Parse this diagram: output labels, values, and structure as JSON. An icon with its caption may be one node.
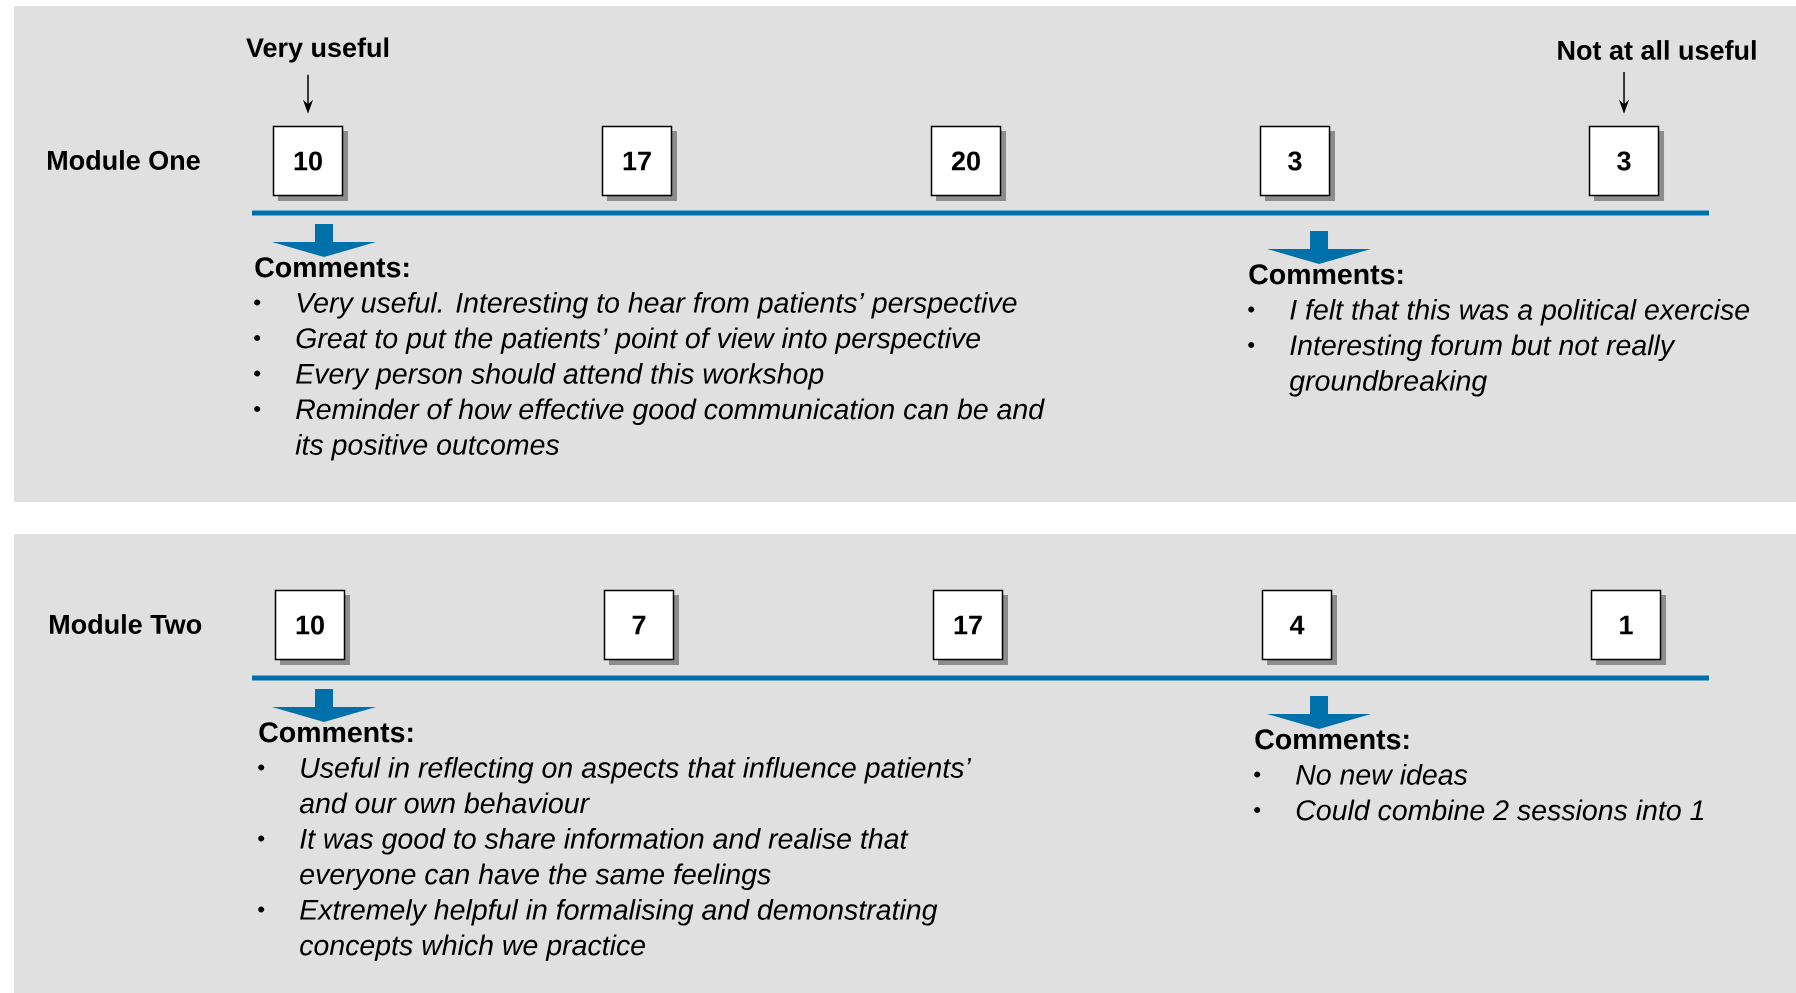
{
  "diagram": {
    "nodes": [
      {
        "text": [
          "Module One"
        ]
      },
      {
        "text": [
          "Very useful"
        ],
        "in": 0
      },
      {
        "text": [
          "Not at all useful"
        ],
        "in": 0
      },
      {
        "text": [
          "10"
        ],
        "in": 0
      },
      {
        "text": [
          "17"
        ],
        "in": 0
      },
      {
        "text": [
          "20"
        ],
        "in": 0
      },
      {
        "text": [
          "3"
        ],
        "in": 0
      },
      {
        "text": [
          "3"
        ],
        "in": 0
      },
      {
        "text": [
          "Comments:",
          "Very useful. Interesting to hear from patients’ perspective",
          "Great to put the patients’ point of view into perspective",
          "Every person should attend this workshop",
          "Reminder of how effective good communication can be and its positive outcomes"
        ],
        "in": 0
      },
      {
        "text": [
          "Comments:",
          "I felt that this was a political exercise",
          "Interesting forum but not really groundbreaking"
        ],
        "in": 0
      },
      {
        "text": [
          "Module Two"
        ]
      },
      {
        "text": [
          "10"
        ],
        "in": 10
      },
      {
        "text": [
          "7"
        ],
        "in": 10
      },
      {
        "text": [
          "17"
        ],
        "in": 10
      },
      {
        "text": [
          "4"
        ],
        "in": 10
      },
      {
        "text": [
          "1"
        ],
        "in": 10
      },
      {
        "text": [
          "Comments:",
          "Useful in reflecting on aspects that influence patients’ and our own behaviour",
          "It was good to share information and realise that everyone can have the same feelings",
          "Extremely helpful in formalising and demonstrating concepts which we practice"
        ],
        "in": 10
      },
      {
        "text": [
          "Comments:",
          "No new ideas",
          "Could combine 2 sessions into 1"
        ],
        "in": 10
      }
    ],
    "edges": [
      {
        "from": 1,
        "to": 3,
        "arrow": "to",
        "color": "#000000"
      },
      {
        "from": 2,
        "to": 7,
        "arrow": "to",
        "color": "#000000"
      },
      {
        "from": 3,
        "to": 8,
        "arrow": "to",
        "style": "thick",
        "color": "#0070aa"
      },
      {
        "from": 6,
        "to": 9,
        "arrow": "to",
        "style": "thick",
        "color": "#0070aa"
      },
      {
        "from": 11,
        "to": 16,
        "arrow": "to",
        "style": "thick",
        "color": "#0070aa"
      },
      {
        "from": 14,
        "to": 17,
        "arrow": "to",
        "style": "thick",
        "color": "#0070aa"
      }
    ]
  }
}
